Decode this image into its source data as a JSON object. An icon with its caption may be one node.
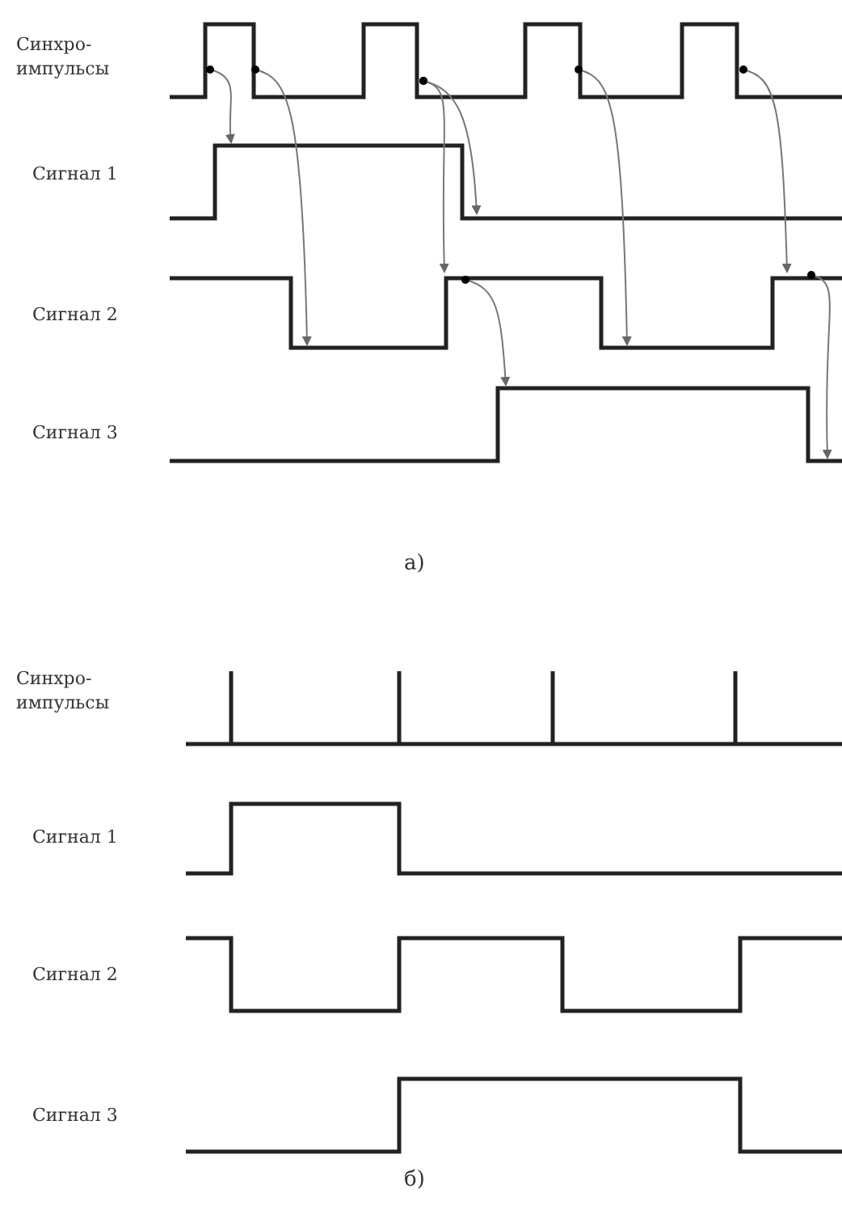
{
  "diagram": {
    "labels": [
      "Синхро- импульсы",
      "Сигнал 1",
      "Сигнал 2",
      "Сигнал 3",
      "а)",
      "Синхро- импульсы",
      "Сигнал 1",
      "Сигнал 2",
      "Сигнал 3",
      "б)"
    ]
  }
}
